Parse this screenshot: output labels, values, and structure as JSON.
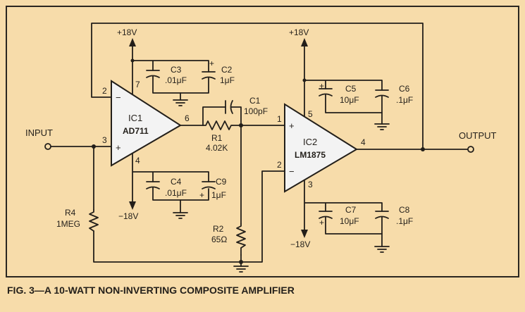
{
  "figure": {
    "caption": "FIG. 3—A 10-WATT NON-INVERTING COMPOSITE AMPLIFIER"
  },
  "ports": {
    "input": "INPUT",
    "output": "OUTPUT"
  },
  "ic1": {
    "ref": "IC1",
    "part": "AD711",
    "minus": "−",
    "plus": "+",
    "pin2": "2",
    "pin3": "3",
    "pin6": "6",
    "pin7": "7",
    "pin4": "4"
  },
  "ic2": {
    "ref": "IC2",
    "part": "LM1875",
    "plus": "+",
    "minus": "−",
    "pin1": "1",
    "pin2": "2",
    "pin4": "4",
    "pin5": "5",
    "pin3": "3"
  },
  "supplies": {
    "ic1_pos": "+18V",
    "ic1_neg": "−18V",
    "ic2_pos": "+18V",
    "ic2_neg": "−18V"
  },
  "components": {
    "r1": {
      "ref": "R1",
      "value": "4.02K"
    },
    "r2": {
      "ref": "R2",
      "value": "65Ω"
    },
    "r4": {
      "ref": "R4",
      "value": "1MEG"
    },
    "c1": {
      "ref": "C1",
      "value": "100pF"
    },
    "c2": {
      "ref": "C2",
      "value": "1μF"
    },
    "c3": {
      "ref": "C3",
      "value": ".01μF"
    },
    "c4": {
      "ref": "C4",
      "value": ".01μF"
    },
    "c5": {
      "ref": "C5",
      "value": "10μF"
    },
    "c6": {
      "ref": "C6",
      "value": ".1μF"
    },
    "c7": {
      "ref": "C7",
      "value": "10μF"
    },
    "c8": {
      "ref": "C8",
      "value": ".1μF"
    },
    "c9": {
      "ref": "C9",
      "value": "1μF"
    }
  },
  "polarity": {
    "plus": "+"
  }
}
